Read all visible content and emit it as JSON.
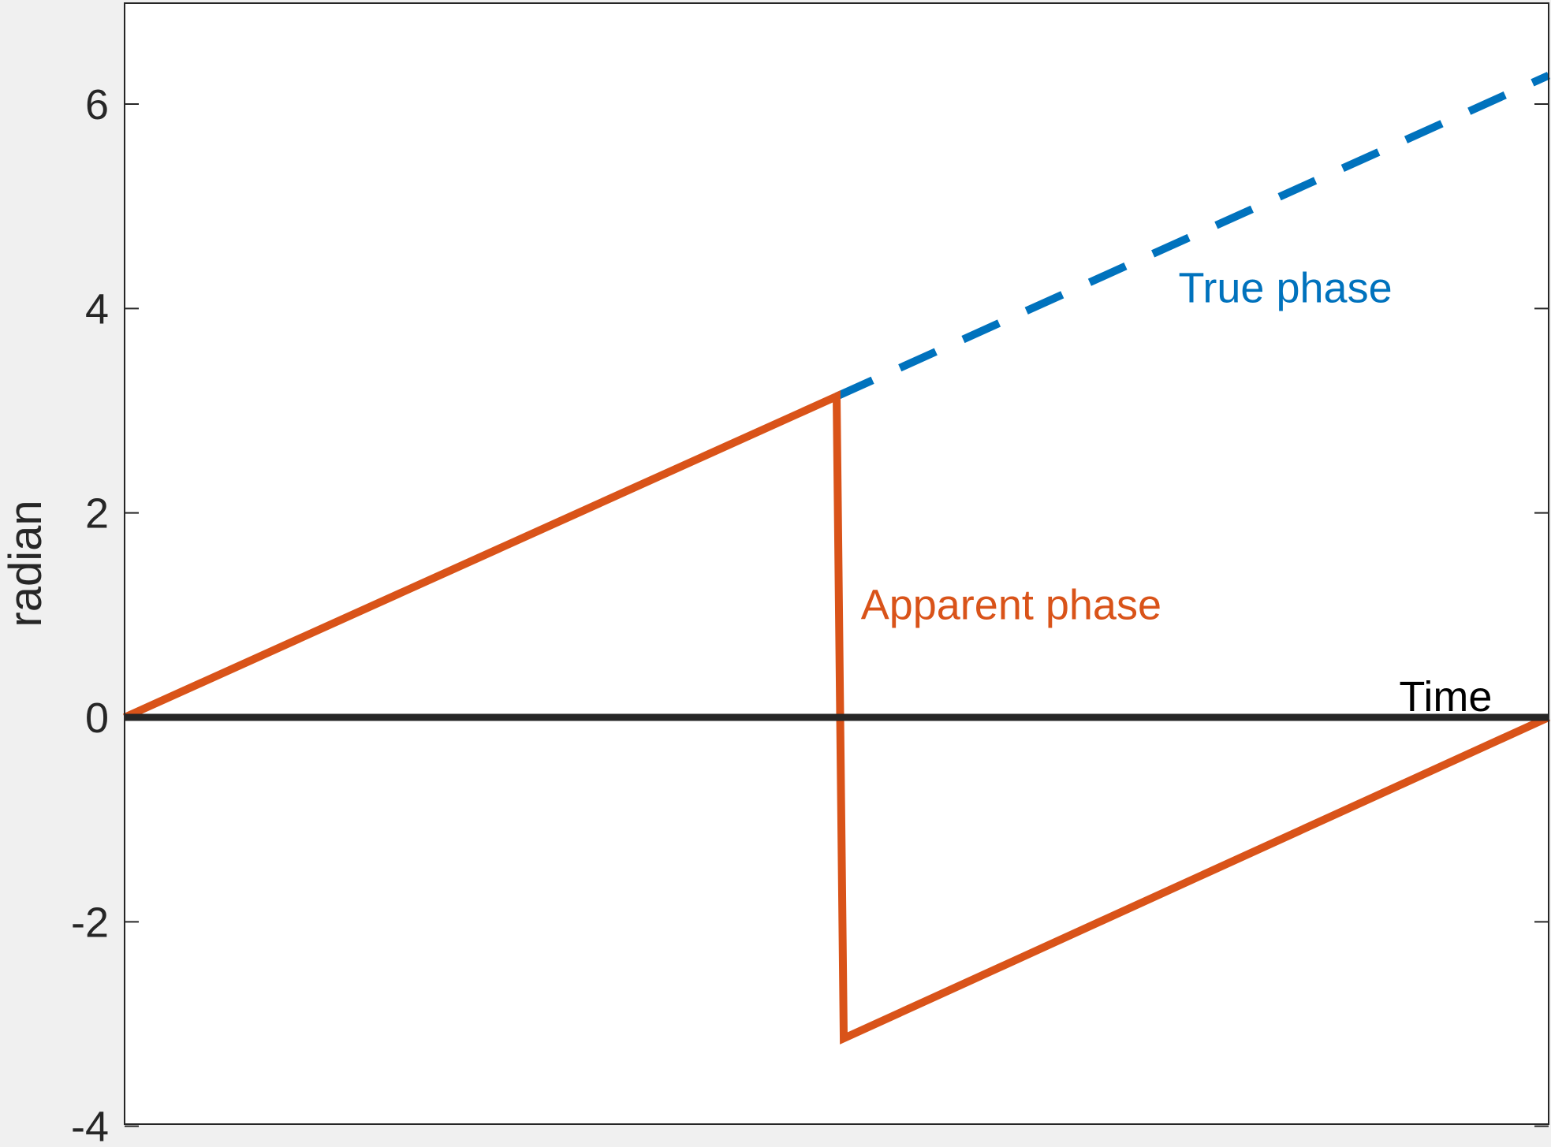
{
  "chart_data": {
    "type": "line",
    "title": "",
    "xlabel": "",
    "ylabel": "radian",
    "xlim": [
      0,
      1
    ],
    "ylim": [
      -4,
      7
    ],
    "yticks": [
      -4,
      -2,
      0,
      2,
      4,
      6
    ],
    "ytick_labels": [
      "-4",
      "-2",
      "0",
      "2",
      "4",
      "6"
    ],
    "xticks": [],
    "grid": false,
    "series": [
      {
        "color": "#0072BD",
        "style": "dashed",
        "x": [
          0.5,
          1.0
        ],
        "y": [
          3.14,
          6.28
        ]
      },
      {
        "color": "#D95319",
        "style": "solid",
        "x": [
          0.0,
          0.5,
          0.505,
          1.0
        ],
        "y": [
          0.0,
          3.14,
          -3.14,
          0.0
        ]
      },
      {
        "color": "#262626",
        "style": "solid",
        "x": [
          0.0,
          1.0
        ],
        "y": [
          0.0,
          0.0
        ]
      }
    ],
    "annotations": [
      {
        "text": "True phase",
        "x": 0.74,
        "y": 4.2,
        "color": "#0072BD"
      },
      {
        "text": "Apparent phase",
        "x": 0.517,
        "y": 1.1,
        "color": "#D95319"
      },
      {
        "text": "Time",
        "x": 0.895,
        "y": 0.2,
        "color": "#000000"
      }
    ]
  }
}
